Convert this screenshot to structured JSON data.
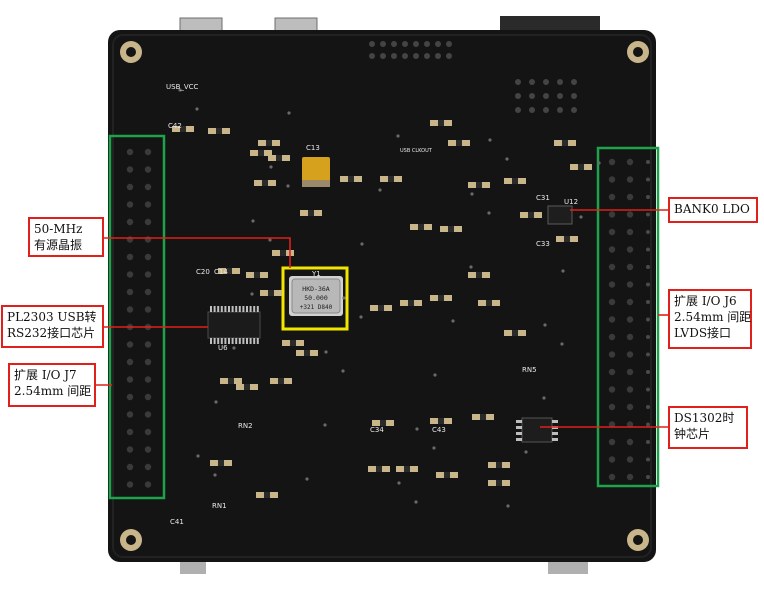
{
  "colors": {
    "background": "#ffffff",
    "pcb": "#141414",
    "silkscreen": "#e8e8e8",
    "gold": "#c9b58a",
    "callout_border": "#e0201a",
    "callout_line": "#e0201a",
    "header_box": "#1ea34a",
    "oscillator_box": "#f2e600"
  },
  "board": {
    "silkscreen_labels": {
      "usb_vcc": "USB_VCC",
      "c13": "C13",
      "c20": "C20",
      "c14": "C14",
      "u6": "U6",
      "y1": "Y1",
      "c31": "C31",
      "c33": "C33",
      "u12": "U12",
      "c34": "C34",
      "c43": "C43",
      "rn1": "RN1",
      "rn2": "RN2",
      "rn5": "RN5",
      "c42": "C42",
      "c41": "C41",
      "usb_clkout": "USB CLKOUT"
    },
    "oscillator_text": {
      "line1": "HKD-36A",
      "line2": "50.000",
      "line3": "+321 D840"
    }
  },
  "callouts": {
    "osc": {
      "line1": "50-MHz",
      "line2": "有源晶振"
    },
    "pl2303": {
      "line1": "PL2303 USB转",
      "line2": "RS232接口芯片"
    },
    "j7": {
      "line1": "扩展 I/O J7",
      "line2": "2.54mm 间距"
    },
    "ldo": {
      "line1": "BANK0 LDO"
    },
    "j6": {
      "line1": "扩展 I/O J6",
      "line2": "2.54mm 间距",
      "line3": "LVDS接口"
    },
    "ds1302": {
      "line1": "DS1302时",
      "line2": "钟芯片"
    }
  }
}
